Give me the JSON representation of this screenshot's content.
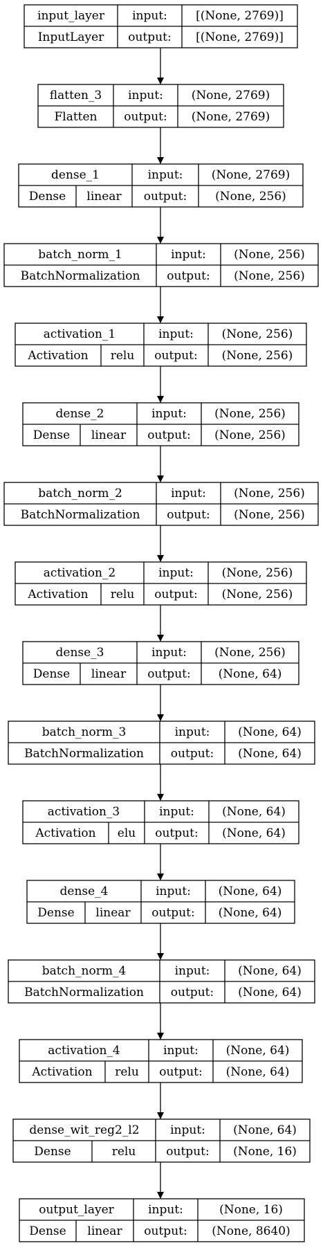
{
  "labels": {
    "input": "input:",
    "output": "output:"
  },
  "nodes": [
    {
      "name": "input_layer",
      "type": "InputLayer",
      "activation": "",
      "input": "[(None, 2769)]",
      "output": "[(None, 2769)]"
    },
    {
      "name": "flatten_3",
      "type": "Flatten",
      "activation": "",
      "input": "(None, 2769)",
      "output": "(None, 2769)"
    },
    {
      "name": "dense_1",
      "type": "Dense",
      "activation": "linear",
      "input": "(None, 2769)",
      "output": "(None, 256)"
    },
    {
      "name": "batch_norm_1",
      "type": "BatchNormalization",
      "activation": "",
      "input": "(None, 256)",
      "output": "(None, 256)"
    },
    {
      "name": "activation_1",
      "type": "Activation",
      "activation": "relu",
      "input": "(None, 256)",
      "output": "(None, 256)"
    },
    {
      "name": "dense_2",
      "type": "Dense",
      "activation": "linear",
      "input": "(None, 256)",
      "output": "(None, 256)"
    },
    {
      "name": "batch_norm_2",
      "type": "BatchNormalization",
      "activation": "",
      "input": "(None, 256)",
      "output": "(None, 256)"
    },
    {
      "name": "activation_2",
      "type": "Activation",
      "activation": "relu",
      "input": "(None, 256)",
      "output": "(None, 256)"
    },
    {
      "name": "dense_3",
      "type": "Dense",
      "activation": "linear",
      "input": "(None, 256)",
      "output": "(None, 64)"
    },
    {
      "name": "batch_norm_3",
      "type": "BatchNormalization",
      "activation": "",
      "input": "(None, 64)",
      "output": "(None, 64)"
    },
    {
      "name": "activation_3",
      "type": "Activation",
      "activation": "elu",
      "input": "(None, 64)",
      "output": "(None, 64)"
    },
    {
      "name": "dense_4",
      "type": "Dense",
      "activation": "linear",
      "input": "(None, 64)",
      "output": "(None, 64)"
    },
    {
      "name": "batch_norm_4",
      "type": "BatchNormalization",
      "activation": "",
      "input": "(None, 64)",
      "output": "(None, 64)"
    },
    {
      "name": "activation_4",
      "type": "Activation",
      "activation": "relu",
      "input": "(None, 64)",
      "output": "(None, 64)"
    },
    {
      "name": "dense_wit_reg2_l2",
      "type": "Dense",
      "activation": "relu",
      "input": "(None, 64)",
      "output": "(None, 16)"
    },
    {
      "name": "output_layer",
      "type": "Dense",
      "activation": "linear",
      "input": "(None, 16)",
      "output": "(None, 8640)"
    }
  ]
}
